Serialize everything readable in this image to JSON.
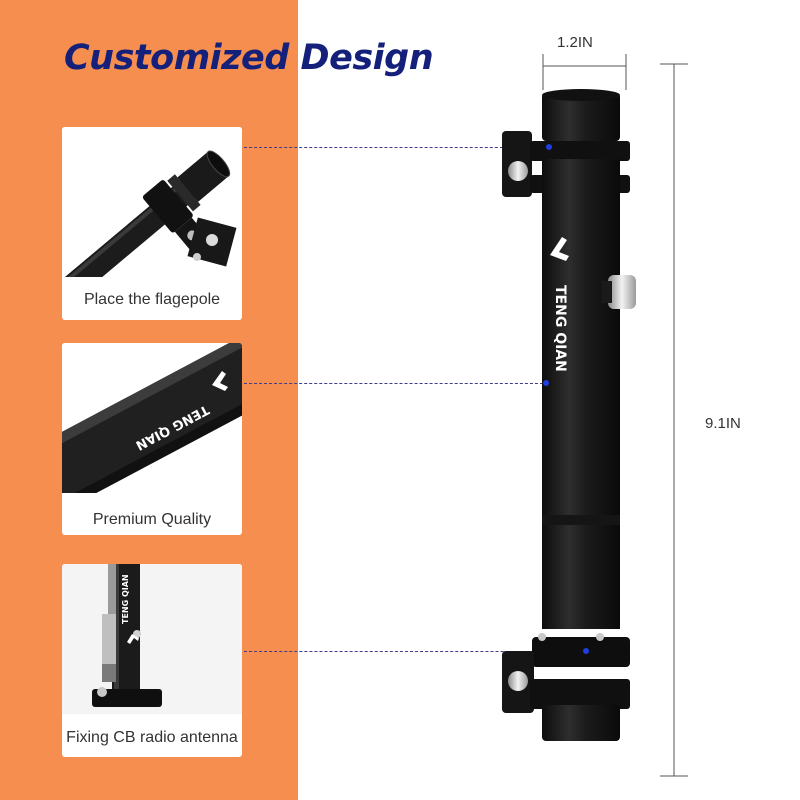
{
  "title": "Customized Design",
  "features": [
    {
      "label": "Place the flagepole",
      "icon": "flagpole-clamp-photo"
    },
    {
      "label": "Premium Quality",
      "icon": "tube-logo-photo"
    },
    {
      "label": "Fixing CB radio antenna",
      "icon": "antenna-mount-photo"
    }
  ],
  "dimensions": {
    "width": "1.2IN",
    "height": "9.1IN"
  },
  "brand": {
    "name": "TENG QIAN"
  },
  "colors": {
    "left_panel": "#f68e4f",
    "title": "#14207a",
    "marker_dot": "#1e3ee0",
    "tube": "#1b1b1b"
  }
}
